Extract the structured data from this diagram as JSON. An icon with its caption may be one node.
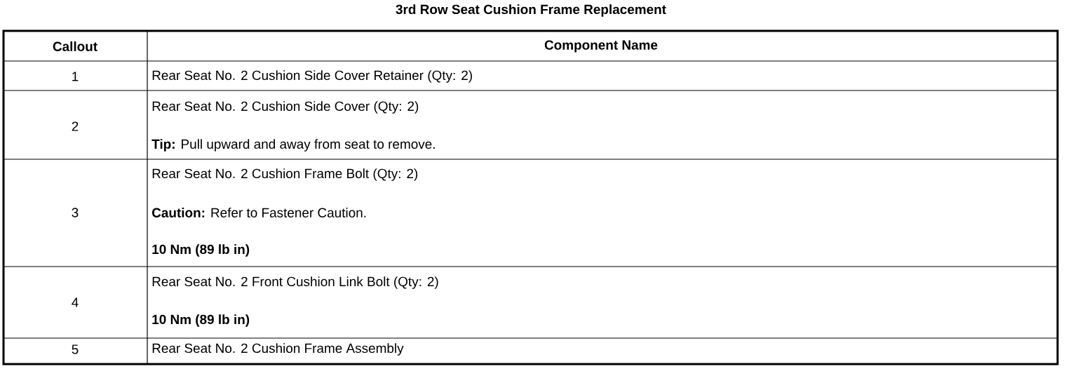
{
  "diagram": {
    "title": "3rd Row Seat Cushion Frame Replacement",
    "labels": [
      "Callout",
      "Component Name",
      "1",
      "Rear Seat No. 2 Cushion Side Cover Retainer (Qty: 2)",
      "2",
      "Rear Seat No. 2 Cushion Side Cover (Qty: 2)",
      "**Tip:** Pull upward and away from seat to remove.",
      "3",
      "Rear Seat No. 2 Cushion Frame Bolt (Qty: 2)",
      "**Caution:** Refer to Fastener Caution.",
      "10 Nm (89 lb in)",
      "4",
      "Rear Seat No. 2 Front Cushion Link Bolt (Qty: 2)",
      "10 Nm (89 lb in)",
      "5",
      "Rear Seat No. 2 Cushion Frame Assembly"
    ]
  }
}
